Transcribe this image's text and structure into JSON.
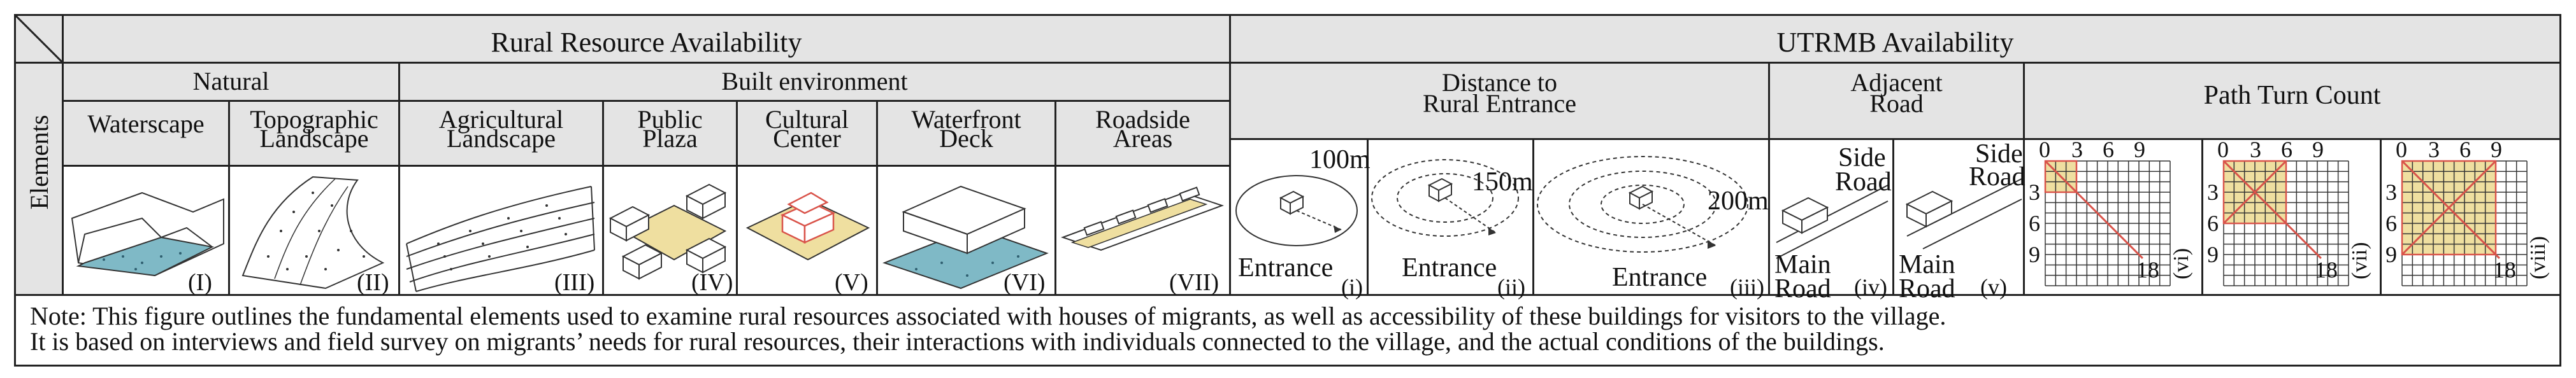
{
  "headers": {
    "left_group": "Rural Resource Availability",
    "right_group": "UTRMB Availability",
    "row_label": "Elements"
  },
  "subgroups": {
    "natural": "Natural",
    "built": "Built environment",
    "distance_line1": "Distance to",
    "distance_line2": "Rural Entrance",
    "adjacent_line1": "Adjacent",
    "adjacent_line2": "Road",
    "path_turn": "Path Turn Count"
  },
  "columns": {
    "waterscape": "Waterscape",
    "topo_1": "Topographic",
    "topo_2": "Landscape",
    "agri_1": "Agricultural",
    "agri_2": "Landscape",
    "plaza_1": "Public",
    "plaza_2": "Plaza",
    "cultural_1": "Cultural",
    "cultural_2": "Center",
    "deck_1": "Waterfront",
    "deck_2": "Deck",
    "roadside_1": "Roadside",
    "roadside_2": "Areas"
  },
  "numerals": [
    "(I)",
    "(II)",
    "(III)",
    "(IV)",
    "(V)",
    "(VI)",
    "(VII)"
  ],
  "distance_items": [
    {
      "dist": "100m",
      "entrance": "Entrance",
      "num": "(i)"
    },
    {
      "dist": "150m",
      "entrance": "Entrance",
      "num": "(ii)"
    },
    {
      "dist": "200m",
      "entrance": "Entrance",
      "num": "(iii)"
    }
  ],
  "road_items": [
    {
      "side1": "Side",
      "side2": "Road",
      "main1": "Main",
      "main2": "Road",
      "num": "(iv)"
    },
    {
      "side1": "Side",
      "side2": "Road",
      "main1": "Main",
      "main2": "Road",
      "num": "(v)"
    }
  ],
  "grid_items": [
    {
      "num": "(vi)",
      "ticks_top": [
        "0",
        "3",
        "6",
        "9"
      ],
      "ticks_left": [
        "3",
        "6",
        "9"
      ],
      "mark": "18"
    },
    {
      "num": "(vii)",
      "ticks_top": [
        "0",
        "3",
        "6",
        "9"
      ],
      "ticks_left": [
        "3",
        "6",
        "9"
      ],
      "mark": "18"
    },
    {
      "num": "(viii)",
      "ticks_top": [
        "0",
        "3",
        "6",
        "9"
      ],
      "ticks_left": [
        "3",
        "6",
        "9"
      ],
      "mark": "18"
    }
  ],
  "note_line1": "Note: This figure outlines the fundamental elements used to examine rural resources associated with  houses of migrants, as well as accessibility of these buildings for visitors to the village.",
  "note_line2": "It is based on interviews and field survey on migrants’ needs for rural resources, their interactions with individuals connected to the village, and the actual conditions of the buildings.",
  "colors": {
    "header_fill": "#e4e4e4",
    "water": "#7fb9c6",
    "sand": "#efdfa0",
    "red_line": "#d9534a",
    "border": "#222222"
  }
}
